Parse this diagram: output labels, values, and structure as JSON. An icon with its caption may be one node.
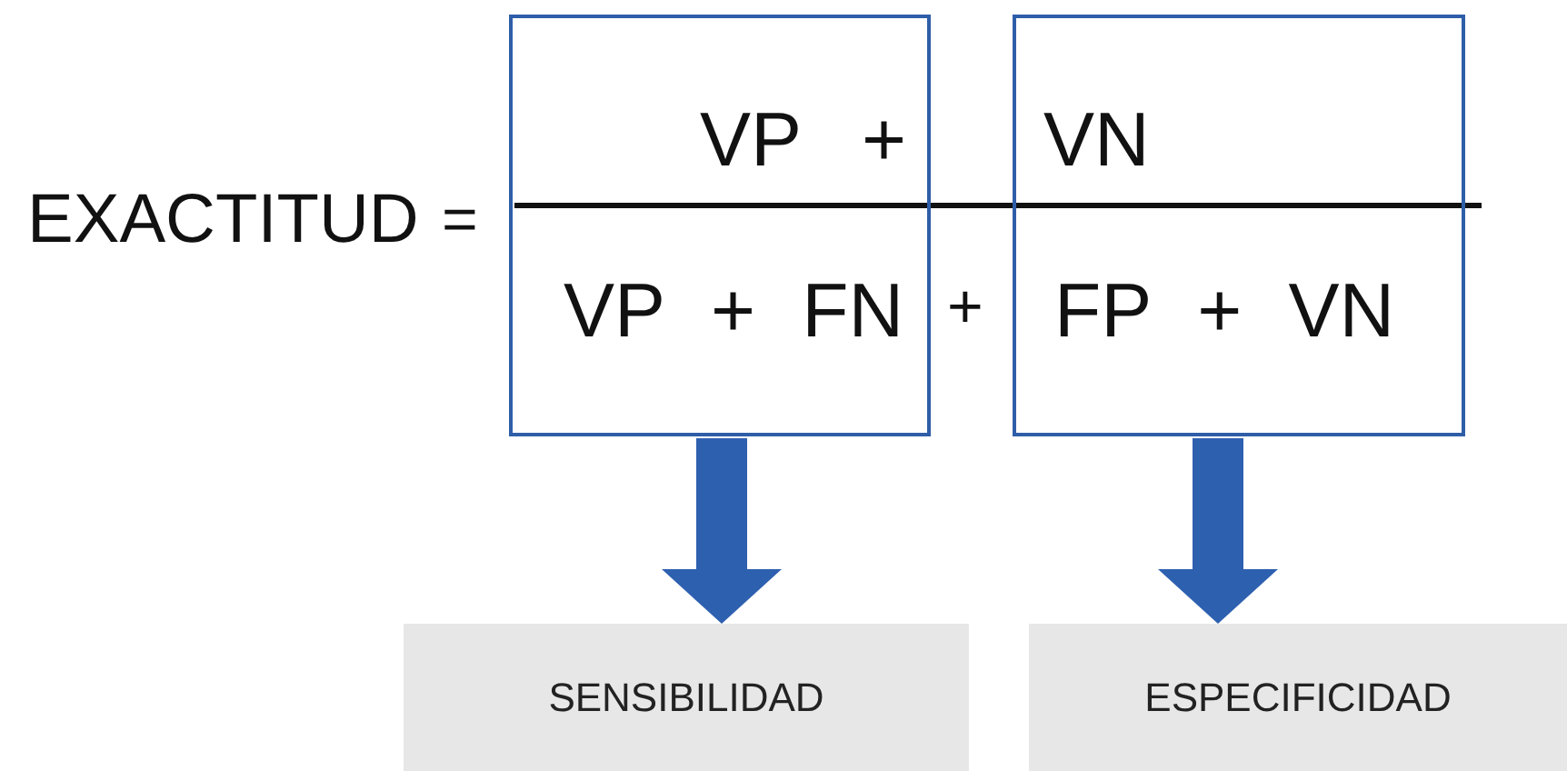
{
  "diagram": {
    "nodes": [
      {
        "text": [
          "VP",
          "+",
          "VP + FN"
        ]
      },
      {
        "text": [
          "VN",
          "FP + VN"
        ]
      },
      {
        "text": [
          "SENSIBILIDAD"
        ]
      },
      {
        "text": [
          "ESPECIFICIDAD"
        ]
      }
    ],
    "edges": [
      {
        "from": 0,
        "to": 2,
        "arrow": "to"
      },
      {
        "from": 1,
        "to": 3,
        "arrow": "to"
      }
    ],
    "labels": [
      "EXACTITUD",
      "=",
      "+"
    ]
  }
}
